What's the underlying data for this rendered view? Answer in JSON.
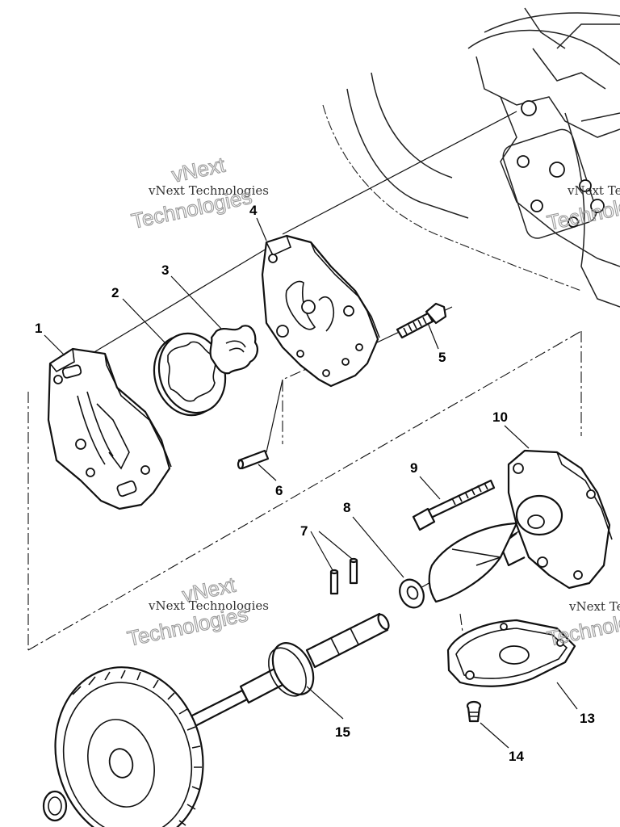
{
  "callouts": {
    "c1": "1",
    "c2": "2",
    "c3": "3",
    "c4": "4",
    "c5": "5",
    "c6": "6",
    "c7": "7",
    "c8": "8",
    "c9": "9",
    "c10": "10",
    "c13": "13",
    "c14": "14",
    "c15": "15"
  },
  "watermark": {
    "line1": "vNext",
    "line2": "vNext Technologies",
    "line3": "Technologies"
  }
}
